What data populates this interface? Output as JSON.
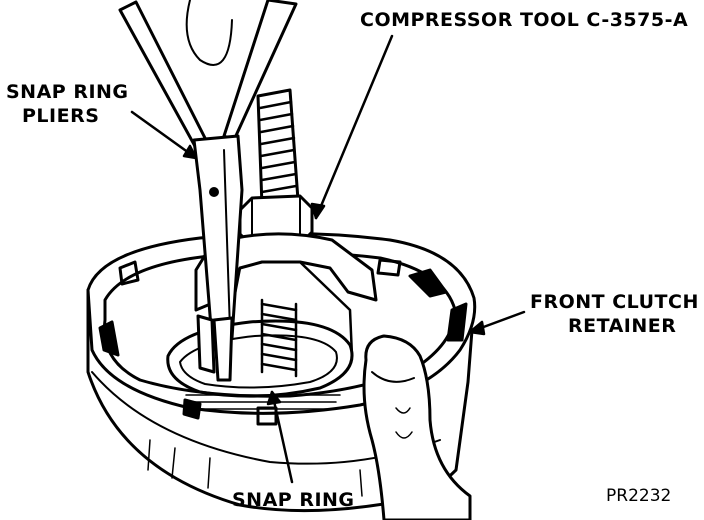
{
  "labels": {
    "compressor_tool": "COMPRESSOR TOOL C-3575-A",
    "snap_ring_pliers_line1": "SNAP RING",
    "snap_ring_pliers_line2": "PLIERS",
    "front_clutch_retainer_line1": "FRONT CLUTCH",
    "front_clutch_retainer_line2": "RETAINER",
    "snap_ring": "SNAP RING"
  },
  "figure_id": "PR2232",
  "colors": {
    "ink": "#000000",
    "paper": "#ffffff"
  }
}
